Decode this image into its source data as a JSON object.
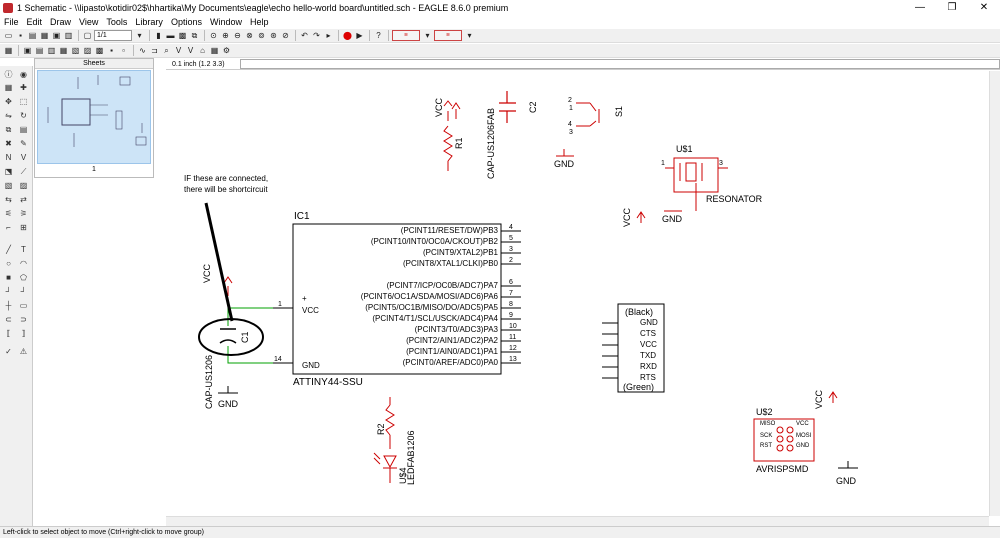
{
  "window": {
    "title": "1 Schematic - \\\\lipasto\\kotidir02$\\hhartika\\My Documents\\eagle\\echo hello-world board\\untitled.sch - EAGLE 8.6.0 premium",
    "minimize": "—",
    "maximize": "❐",
    "close": "✕"
  },
  "menu": [
    "File",
    "Edit",
    "Draw",
    "View",
    "Tools",
    "Library",
    "Options",
    "Window",
    "Help"
  ],
  "toolbar": {
    "zoom_value": "1/1"
  },
  "sheets": {
    "header": "Sheets",
    "sheet_number": "1"
  },
  "coord_readout": "0.1 inch (1.2 3.3)",
  "status": "Left-click to select object to move (Ctrl+right-click to move group)",
  "schematic": {
    "annotation_line1": "IF these are connected,",
    "annotation_line2": "there will be shortcircuit",
    "ic1_name": "IC1",
    "ic1_value": "ATTINY44-SSU",
    "ic1_vcc": "VCC",
    "ic1_gnd": "GND",
    "ic1_plus": "+",
    "ic1_pin1": "1",
    "ic1_pin14": "14",
    "ic1_pins": [
      {
        "label": "(PCINT11/RESET/DW)PB3",
        "num": "4"
      },
      {
        "label": "(PCINT10/INT0/OC0A/CKOUT)PB2",
        "num": "5"
      },
      {
        "label": "(PCINT9/XTAL2)PB1",
        "num": "3"
      },
      {
        "label": "(PCINT8/XTAL1/CLKI)PB0",
        "num": "2"
      },
      {
        "label": "(PCINT7/ICP/OC0B/ADC7)PA7",
        "num": "6"
      },
      {
        "label": "(PCINT6/OC1A/SDA/MOSI/ADC6)PA6",
        "num": "7"
      },
      {
        "label": "(PCINT5/OC1B/MISO/DO/ADC5)PA5",
        "num": "8"
      },
      {
        "label": "(PCINT4/T1/SCL/USCK/ADC4)PA4",
        "num": "9"
      },
      {
        "label": "(PCINT3/T0/ADC3)PA3",
        "num": "10"
      },
      {
        "label": "(PCINT2/AIN1/ADC2)PA2",
        "num": "11"
      },
      {
        "label": "(PCINT1/AIN0/ADC1)PA1",
        "num": "12"
      },
      {
        "label": "(PCINT0/AREF/ADC0)PA0",
        "num": "13"
      }
    ],
    "vcc": "VCC",
    "gnd": "GND",
    "r1": "R1",
    "c2_name": "C2",
    "c2_value": "CAP-US1206FAB",
    "s1": "S1",
    "s1_pins": [
      "2",
      "1",
      "4",
      "3"
    ],
    "u1_name": "U$1",
    "u1_value": "RESONATOR",
    "u1_pin1": "1",
    "u1_pin3": "3",
    "c1_name": "C1",
    "c1_value": "CAP-US1206",
    "ftdi_top": "(Black)",
    "ftdi_pins": [
      "GND",
      "CTS",
      "VCC",
      "TXD",
      "RXD",
      "RTS"
    ],
    "ftdi_bottom": "(Green)",
    "r2": "R2",
    "led_name": "U$4",
    "led_value": "LEDFAB1206",
    "u2_name": "U$2",
    "u2_value": "AVRISPSMD",
    "u2_left": [
      "MISO",
      "SCK",
      "RST"
    ],
    "u2_right": [
      "VCC",
      "MOSI",
      "GND"
    ]
  },
  "colors": {
    "net": "#00a000",
    "selection": "#cde4f7",
    "text": "#000000"
  }
}
